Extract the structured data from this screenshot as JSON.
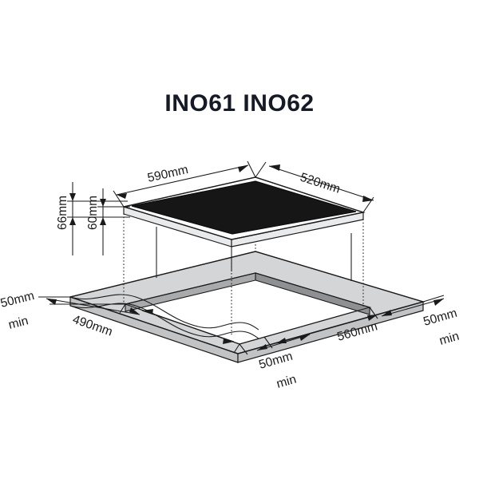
{
  "document": {
    "kind": "installation-dimension-diagram",
    "title": "INO61    INO62",
    "model_left": "INO61",
    "model_right": "INO62",
    "background_color": "#ffffff",
    "line_color": "#1a1a1a"
  },
  "colors": {
    "hob_glass": "#161616",
    "worktop_top": "#d4d5d7",
    "worktop_side": "#c2c3c5",
    "cutout_inner_dark": "#8e9093",
    "cutout_inner_light": "#a8aaac",
    "text": "#1a1a1a",
    "title": "#161a26"
  },
  "dimensions": {
    "hob_width": {
      "label": "590mm",
      "value": 590,
      "unit": "mm",
      "placement": "top-left-edge"
    },
    "hob_depth": {
      "label": "520mm",
      "value": 520,
      "unit": "mm",
      "placement": "top-right-edge"
    },
    "hob_total_height": {
      "label": "66mm",
      "value": 66,
      "unit": "mm",
      "placement": "left-vertical-outer",
      "rotated": true
    },
    "hob_body_height": {
      "label": "60mm",
      "value": 60,
      "unit": "mm",
      "placement": "left-vertical-inner",
      "rotated": true
    },
    "cutout_depth": {
      "label": "490mm",
      "value": 490,
      "unit": "mm",
      "placement": "worktop-front-left"
    },
    "cutout_width": {
      "label": "560mm",
      "value": 560,
      "unit": "mm",
      "placement": "worktop-front-right"
    },
    "clearance_left": {
      "label": "50mm",
      "sub": "min",
      "value": 50,
      "unit": "mm",
      "placement": "worktop-far-left"
    },
    "clearance_right": {
      "label": "50mm",
      "sub": "min",
      "value": 50,
      "unit": "mm",
      "placement": "worktop-far-right"
    },
    "clearance_front": {
      "label": "50mm",
      "sub": "min",
      "value": 50,
      "unit": "mm",
      "placement": "worktop-front-center"
    }
  },
  "parts": [
    {
      "name": "hob",
      "description": "black glass induction cooktop shown above the worktop"
    },
    {
      "name": "worktop",
      "description": "grey countertop slab with rectangular cutout"
    },
    {
      "name": "cutout",
      "description": "rectangular aperture in the worktop for the hob"
    },
    {
      "name": "break-line",
      "description": "wavy break line across the front-left of the worktop"
    }
  ],
  "annotations": {
    "min_suffix": "min",
    "unit_suffix": "mm"
  }
}
